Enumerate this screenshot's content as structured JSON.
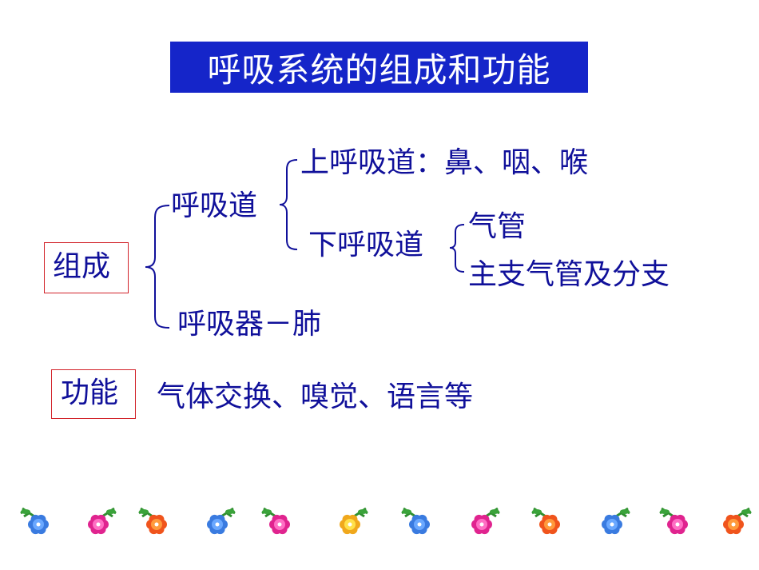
{
  "slide": {
    "title": "呼吸系统的组成和功能",
    "composition": {
      "label": "组成",
      "airway": {
        "label": "呼吸道",
        "upper": "上呼吸道：鼻、咽、喉",
        "lower": {
          "label": "下呼吸道",
          "items": [
            "气管",
            "主支气管及分支"
          ]
        }
      },
      "organ": "呼吸器－肺"
    },
    "function": {
      "label": "功能",
      "text": "气体交换、嗅觉、语言等"
    }
  },
  "colors": {
    "title_bg": "#1525c9",
    "text": "#10109a",
    "box_border": "#d2232a"
  },
  "decor": {
    "flowers": [
      "blue",
      "magenta",
      "orange",
      "blue",
      "magenta",
      "yellow",
      "blue",
      "magenta",
      "orange",
      "blue",
      "magenta",
      "orange"
    ]
  }
}
